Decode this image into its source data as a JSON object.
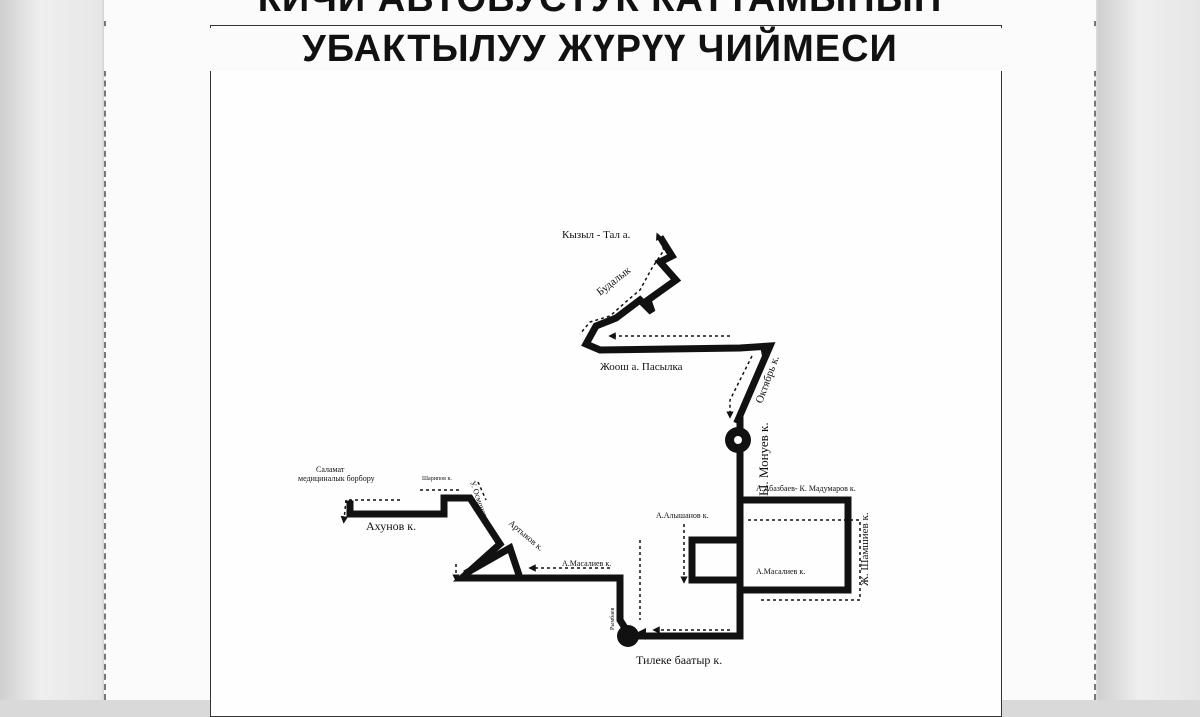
{
  "title": {
    "line1": "КИЧИ АВТОБУСТУК КАТТАМЫНЫН",
    "line2": "УБАКТЫЛУУ ЖҮРҮҮ ЧИЙМЕСИ"
  },
  "map": {
    "route_color": "#111111",
    "labels": {
      "kyzyl_tal": "Кызыл - Тал а.",
      "budalyk": "Будалык",
      "zhoosh": "Жоош а. Пасылка",
      "oktyabr": "Октябрь к.",
      "monuev": "Ы. Монуев к.",
      "abazbaev": "А.Абазбаев- К. Мадумаров к.",
      "alyshanov": "А.Алышанов к.",
      "shamshiev": "Ж. Шамшиев к.",
      "masaliev_right": "А.Масалиев к.",
      "masaliev_left": "А.Масалиев к.",
      "tileke": "Тилеке баатыр к.",
      "rymbaev": "Рымбаев",
      "salamat_1": "Саламат",
      "salamat_2": "медициналык борбору",
      "sharipov": "Шарипов к.",
      "osmonov": "У. Осмонов к.",
      "artykov": "Артыков к.",
      "akhunov": "Ахунов к."
    }
  }
}
